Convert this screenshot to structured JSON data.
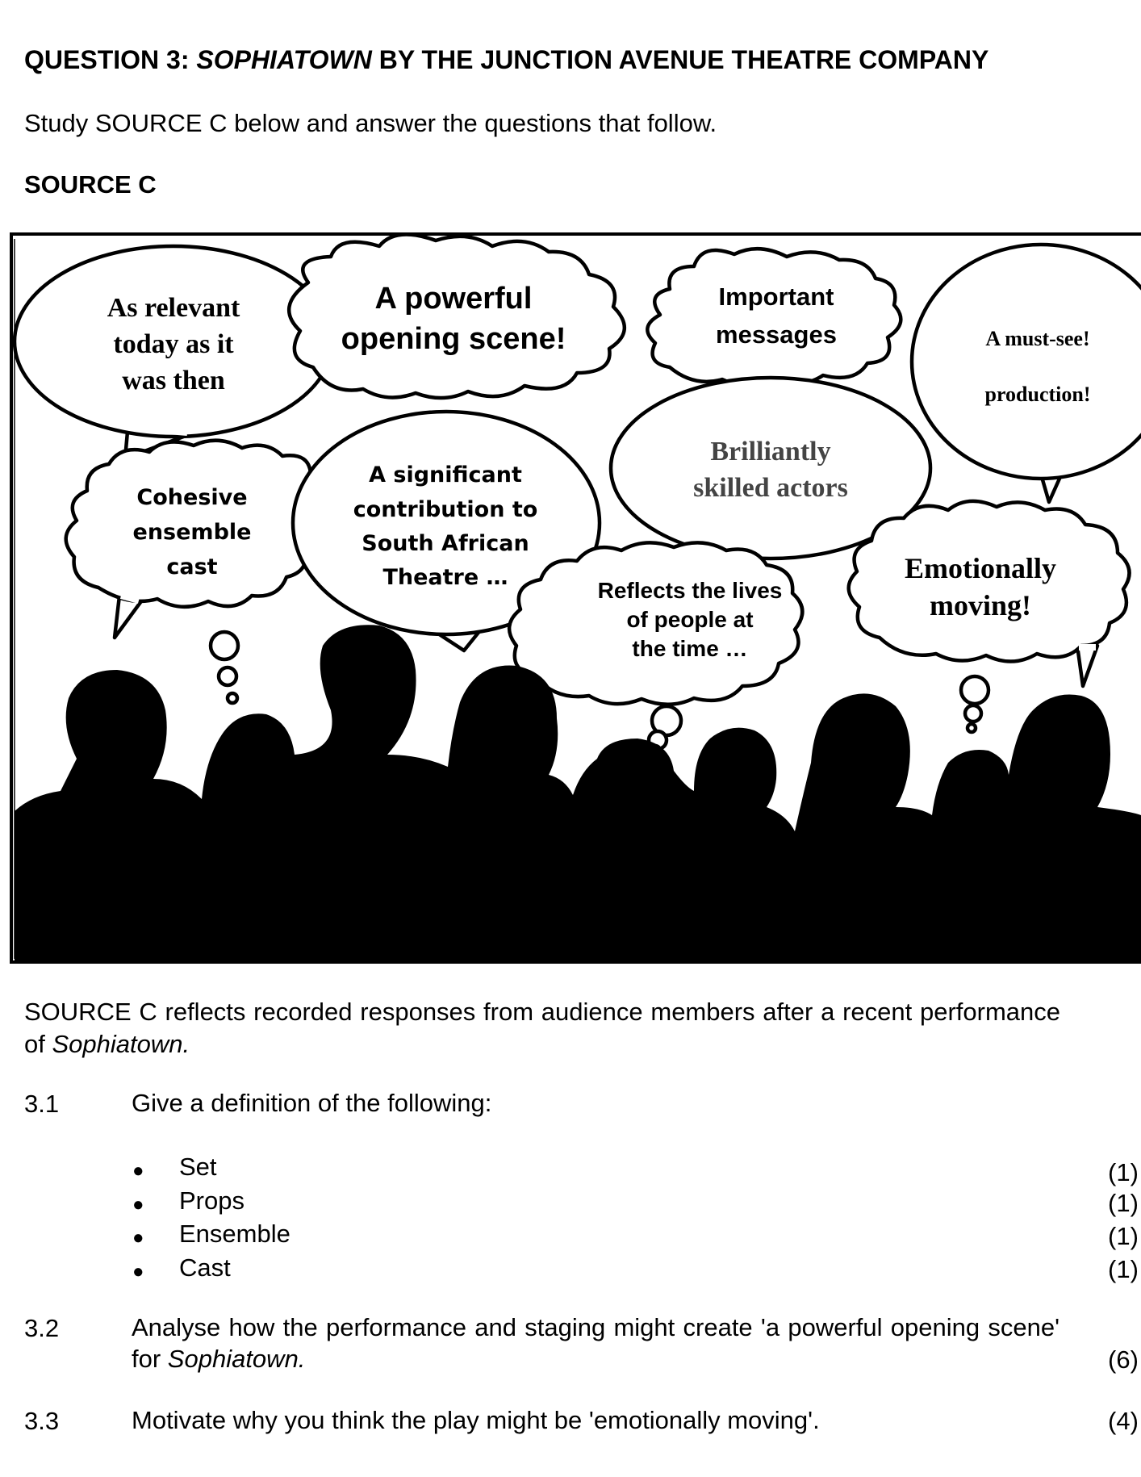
{
  "question": {
    "prefix": "QUESTION 3: ",
    "play_title": "SOPHIATOWN",
    "suffix": " BY THE JUNCTION AVENUE THEATRE COMPANY"
  },
  "intro": "Study SOURCE C below and answer the questions that follow.",
  "source_label": "SOURCE C",
  "bubbles": {
    "relevant": [
      "As relevant",
      "today as it",
      "was then"
    ],
    "powerful": [
      "A powerful",
      "opening scene!"
    ],
    "important": [
      "Important",
      "messages"
    ],
    "mustsee": [
      "A must-see!",
      "production!"
    ],
    "cohesive": [
      "Cohesive",
      "ensemble",
      "cast"
    ],
    "significant": [
      "A significant",
      "contribution to",
      "South African",
      "Theatre …"
    ],
    "brilliantly": [
      "Brilliantly",
      "skilled  actors"
    ],
    "reflects": [
      "Reflects the lives",
      "of people at",
      "the time …"
    ],
    "emotionally": [
      "Emotionally",
      "moving!"
    ]
  },
  "caption": {
    "text": "SOURCE C reflects recorded responses from audience members after a recent performance of ",
    "title": "Sophiatown."
  },
  "q31": {
    "num": "3.1",
    "text": "Give a definition of the following:",
    "items": [
      {
        "label": "Set",
        "marks": "(1)"
      },
      {
        "label": "Props",
        "marks": "(1)"
      },
      {
        "label": "Ensemble",
        "marks": "(1)"
      },
      {
        "label": "Cast",
        "marks": "(1)"
      }
    ]
  },
  "q32": {
    "num": "3.2",
    "text": "Analyse how the performance and staging might create 'a powerful opening scene' for ",
    "title": "Sophiatown.",
    "marks": "(6)"
  },
  "q33": {
    "num": "3.3",
    "text": "Motivate why you think the play might be 'emotionally moving'.",
    "marks": "(4)"
  }
}
